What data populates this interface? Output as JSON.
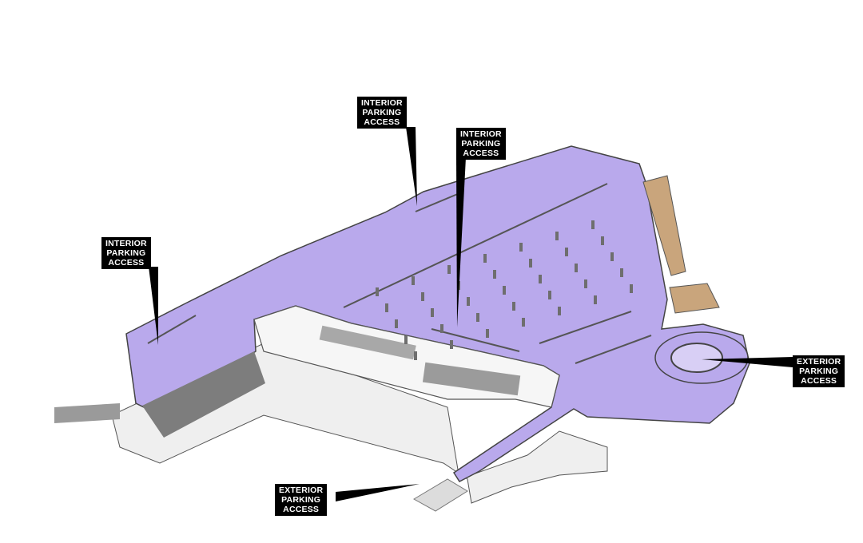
{
  "colors": {
    "floor": "#b9a9ec",
    "wall": "#e6e6e6",
    "wall_shadow": "#8f8f8f",
    "ramp": "#7a7a7a",
    "retail": "#c9a57c",
    "label_bg": "#000000",
    "label_text": "#ffffff"
  },
  "labels": [
    {
      "lines": [
        "INTERIOR",
        "PARKING",
        "ACCESS"
      ]
    },
    {
      "lines": [
        "INTERIOR",
        "PARKING",
        "ACCESS"
      ]
    },
    {
      "lines": [
        "INTERIOR",
        "PARKING",
        "ACCESS"
      ]
    },
    {
      "lines": [
        "EXTERIOR",
        "PARKING",
        "ACCESS"
      ]
    },
    {
      "lines": [
        "EXTERIOR",
        "PARKING",
        "ACCESS"
      ]
    }
  ]
}
